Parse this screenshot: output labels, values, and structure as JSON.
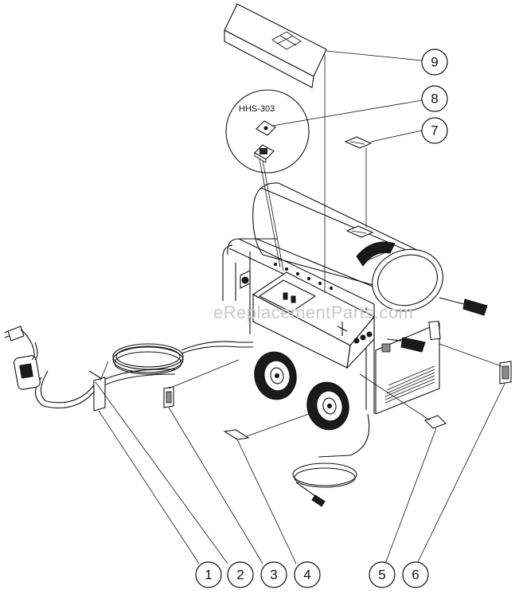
{
  "diagram": {
    "detail_label": "HHS-303",
    "watermark": "eReplacementParts.com",
    "callouts": [
      "1",
      "2",
      "3",
      "4",
      "5",
      "6",
      "7",
      "8",
      "9"
    ]
  }
}
